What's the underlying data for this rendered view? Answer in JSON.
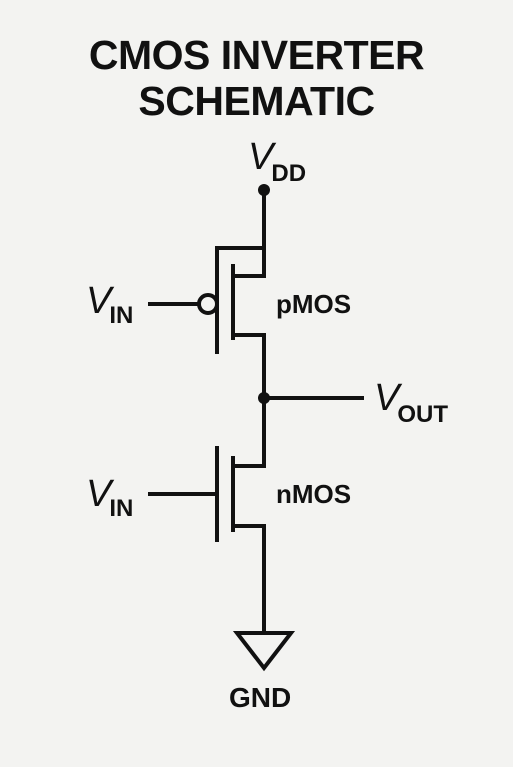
{
  "title": {
    "line1": "CMOS INVERTER",
    "line2": "SCHEMATIC"
  },
  "labels": {
    "vdd": {
      "main": "V",
      "sub": "DD"
    },
    "vin_top": {
      "main": "V",
      "sub": "IN"
    },
    "vin_bottom": {
      "main": "V",
      "sub": "IN"
    },
    "vout": {
      "main": "V",
      "sub": "OUT"
    },
    "pmos": "pMOS",
    "nmos": "nMOS",
    "gnd": "GND"
  },
  "colors": {
    "background": "#f3f3f1",
    "ink": "#111111"
  }
}
